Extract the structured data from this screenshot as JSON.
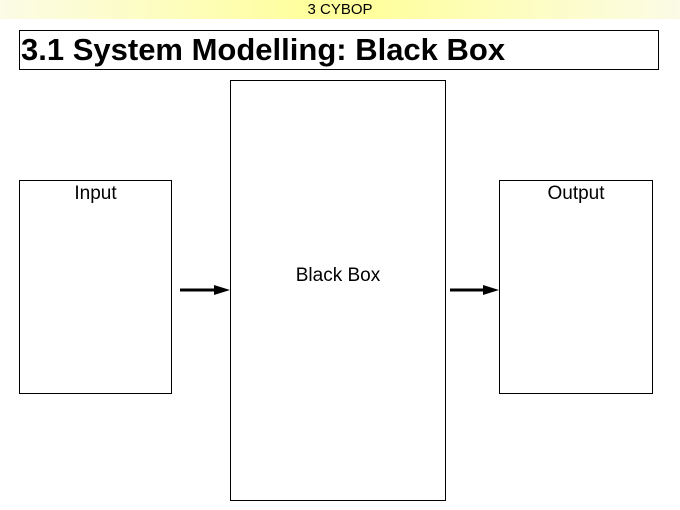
{
  "header": {
    "text": "3 CYBOP"
  },
  "slide": {
    "title": "3.1 System Modelling: Black Box"
  },
  "diagram": {
    "input_label": "Input",
    "blackbox_label": "Black Box",
    "output_label": "Output"
  }
}
